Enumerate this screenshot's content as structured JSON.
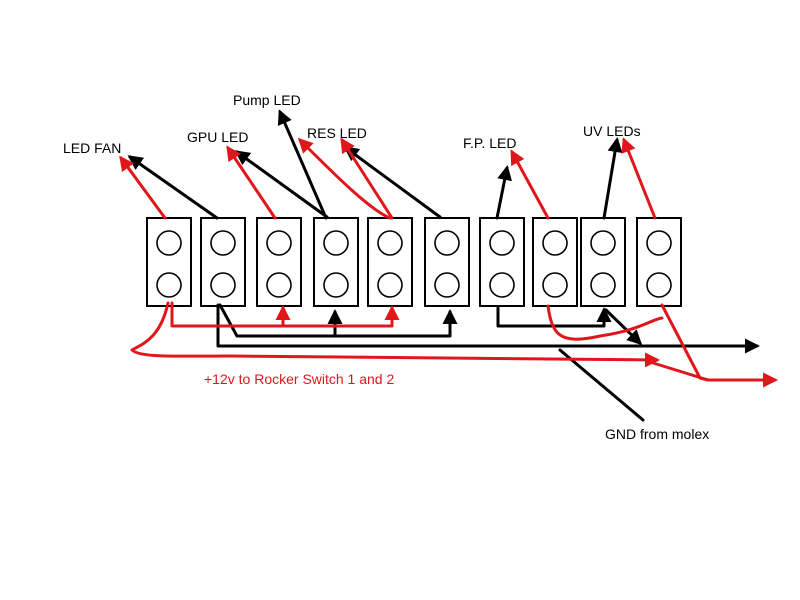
{
  "labels": {
    "led_fan": "LED FAN",
    "gpu_led": "GPU LED",
    "pump_led": "Pump LED",
    "res_led": "RES LED",
    "fp_led": "F.P. LED",
    "uv_leds": "UV LEDs",
    "rocker": "+12v to Rocker Switch 1 and 2",
    "gnd": "GND from molex"
  },
  "colors": {
    "positive": "#e0161b",
    "ground": "#000000"
  }
}
